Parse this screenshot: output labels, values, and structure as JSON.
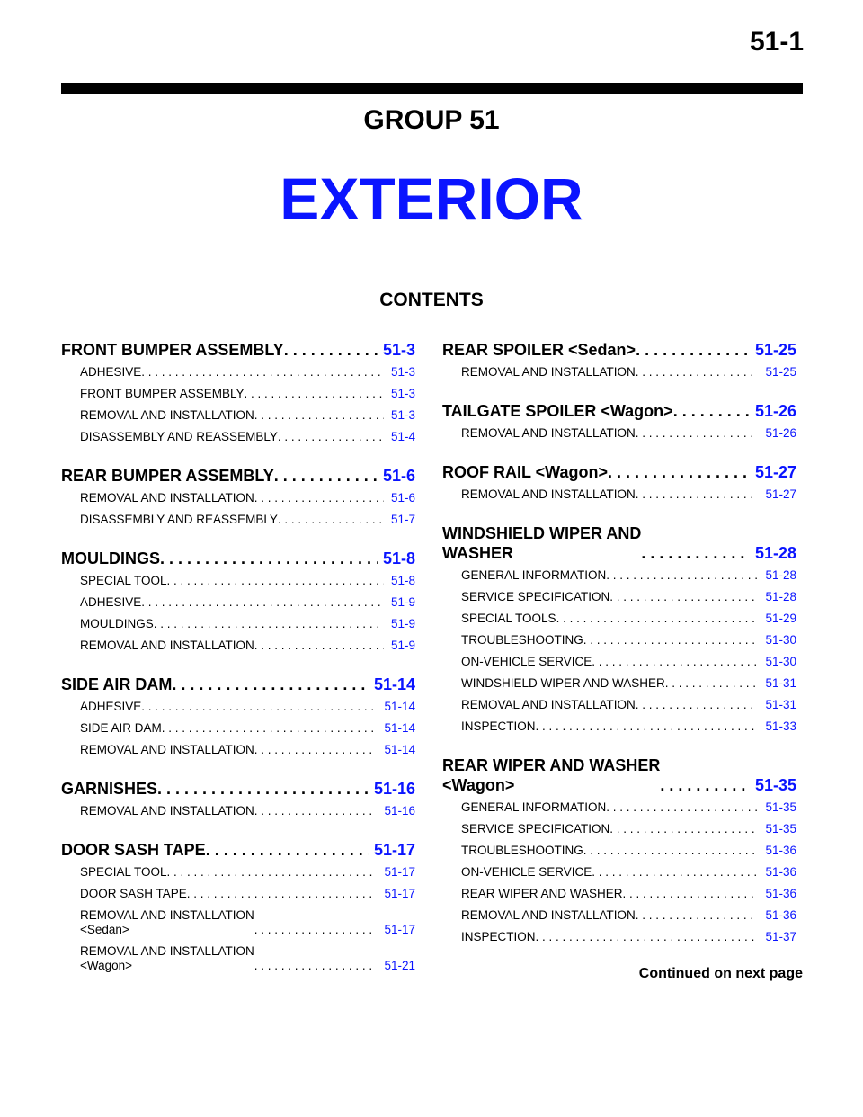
{
  "header": {
    "page_number": "51-1",
    "group": "GROUP 51",
    "title": "EXTERIOR",
    "contents_label": "CONTENTS"
  },
  "left_column": [
    {
      "title": "FRONT BUMPER ASSEMBLY",
      "page": "51-3",
      "items": [
        {
          "title": "ADHESIVE",
          "page": "51-3"
        },
        {
          "title": "FRONT BUMPER ASSEMBLY",
          "page": "51-3"
        },
        {
          "title": "REMOVAL AND INSTALLATION",
          "page": "51-3"
        },
        {
          "title": "DISASSEMBLY AND REASSEMBLY",
          "page": "51-4"
        }
      ]
    },
    {
      "title": "REAR BUMPER ASSEMBLY",
      "page": "51-6",
      "items": [
        {
          "title": "REMOVAL AND INSTALLATION",
          "page": "51-6"
        },
        {
          "title": "DISASSEMBLY AND REASSEMBLY",
          "page": "51-7"
        }
      ]
    },
    {
      "title": "MOULDINGS",
      "page": "51-8",
      "items": [
        {
          "title": "SPECIAL TOOL",
          "page": "51-8"
        },
        {
          "title": "ADHESIVE",
          "page": "51-9"
        },
        {
          "title": "MOULDINGS",
          "page": "51-9"
        },
        {
          "title": "REMOVAL AND INSTALLATION",
          "page": "51-9"
        }
      ]
    },
    {
      "title": "SIDE AIR DAM",
      "page": "51-14",
      "items": [
        {
          "title": "ADHESIVE",
          "page": "51-14"
        },
        {
          "title": "SIDE AIR DAM",
          "page": "51-14"
        },
        {
          "title": "REMOVAL AND INSTALLATION",
          "page": "51-14"
        }
      ]
    },
    {
      "title": "GARNISHES",
      "page": "51-16",
      "items": [
        {
          "title": "REMOVAL AND INSTALLATION",
          "page": "51-16"
        }
      ]
    },
    {
      "title": "DOOR SASH TAPE",
      "page": "51-17",
      "items": [
        {
          "title": "SPECIAL TOOL",
          "page": "51-17"
        },
        {
          "title": "DOOR SASH TAPE",
          "page": "51-17"
        },
        {
          "title": "REMOVAL AND INSTALLATION\n<Sedan>",
          "page": "51-17"
        },
        {
          "title": "REMOVAL AND INSTALLATION\n<Wagon>",
          "page": "51-21"
        }
      ]
    }
  ],
  "right_column": [
    {
      "title": "REAR SPOILER <Sedan>",
      "page": "51-25",
      "items": [
        {
          "title": "REMOVAL AND INSTALLATION",
          "page": "51-25"
        }
      ]
    },
    {
      "title": "TAILGATE SPOILER <Wagon>",
      "page": "51-26",
      "items": [
        {
          "title": "REMOVAL AND INSTALLATION",
          "page": "51-26"
        }
      ]
    },
    {
      "title": "ROOF RAIL <Wagon>",
      "page": "51-27",
      "items": [
        {
          "title": "REMOVAL AND INSTALLATION",
          "page": "51-27"
        }
      ]
    },
    {
      "title": "WINDSHIELD WIPER AND\nWASHER",
      "page": "51-28",
      "items": [
        {
          "title": "GENERAL INFORMATION",
          "page": "51-28"
        },
        {
          "title": "SERVICE SPECIFICATION",
          "page": "51-28"
        },
        {
          "title": "SPECIAL TOOLS",
          "page": "51-29"
        },
        {
          "title": "TROUBLESHOOTING",
          "page": "51-30"
        },
        {
          "title": "ON-VEHICLE SERVICE",
          "page": "51-30"
        },
        {
          "title": "WINDSHIELD WIPER AND WASHER",
          "page": "51-31"
        },
        {
          "title": "REMOVAL AND INSTALLATION",
          "page": "51-31"
        },
        {
          "title": "INSPECTION",
          "page": "51-33"
        }
      ]
    },
    {
      "title": "REAR WIPER AND WASHER\n<Wagon>",
      "page": "51-35",
      "items": [
        {
          "title": "GENERAL INFORMATION",
          "page": "51-35"
        },
        {
          "title": "SERVICE SPECIFICATION",
          "page": "51-35"
        },
        {
          "title": "TROUBLESHOOTING",
          "page": "51-36"
        },
        {
          "title": "ON-VEHICLE SERVICE",
          "page": "51-36"
        },
        {
          "title": "REAR WIPER AND WASHER",
          "page": "51-36"
        },
        {
          "title": "REMOVAL AND INSTALLATION",
          "page": "51-36"
        },
        {
          "title": "INSPECTION",
          "page": "51-37"
        }
      ]
    }
  ],
  "footer": {
    "continued": "Continued on next page"
  }
}
